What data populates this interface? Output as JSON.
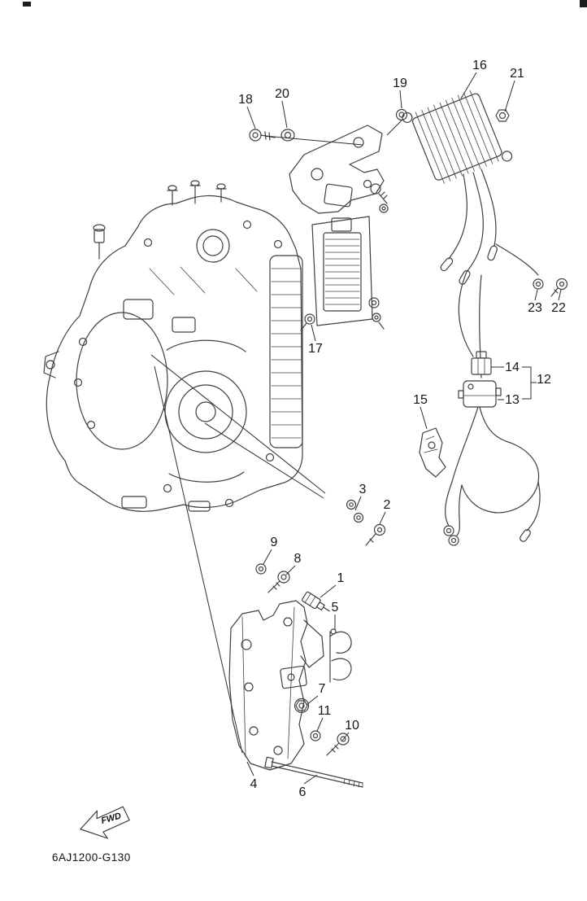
{
  "page": {
    "background": "#ffffff",
    "line_color": "#3f3f3f"
  },
  "figure": {
    "diagram_code": "6AJ1200-G130",
    "fwd_label": "FWD"
  },
  "callouts": {
    "n1": "1",
    "n2": "2",
    "n3": "3",
    "n4": "4",
    "n5": "5",
    "n6": "6",
    "n7": "7",
    "n8": "8",
    "n9": "9",
    "n10": "10",
    "n11": "11",
    "n12": "12",
    "n13": "13",
    "n14": "14",
    "n15": "15",
    "n16": "16",
    "n17": "17",
    "n18": "18",
    "n19": "19",
    "n20": "20",
    "n21": "21",
    "n22": "22",
    "n23": "23"
  }
}
